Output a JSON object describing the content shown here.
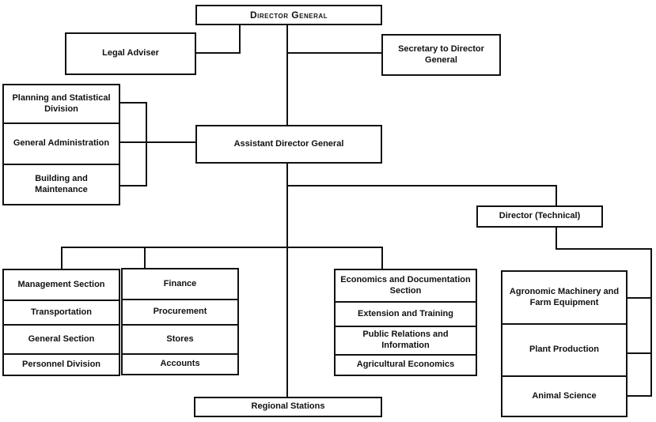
{
  "org_chart": {
    "director_general": {
      "label": "Director General"
    },
    "legal_adviser": {
      "label": "Legal Adviser"
    },
    "secretary": {
      "label": "Secretary to Director General"
    },
    "assistant_director_general": {
      "label": "Assistant Director General"
    },
    "director_technical": {
      "label": "Director (Technical)"
    },
    "regional_stations": {
      "label": "Regional Stations"
    },
    "admin_stack": {
      "rows": [
        "Planning and Statistical Division",
        "General Administration",
        "Building and Maintenance"
      ]
    },
    "management_stack": {
      "rows": [
        "Management Section",
        "Transportation",
        "General Section",
        "Personnel Division"
      ]
    },
    "finance_stack": {
      "rows": [
        "Finance",
        "Procurement",
        "Stores",
        "Accounts"
      ]
    },
    "economics_stack": {
      "rows": [
        "Economics and Documentation Section",
        "Extension and Training",
        "Public Relations and Information",
        "Agricultural Economics"
      ]
    },
    "technical_stack": {
      "rows": [
        "Agronomic Machinery and Farm Equipment",
        "Plant Production",
        "Animal Science"
      ]
    }
  },
  "colors": {
    "line": "#111111",
    "background": "#ffffff",
    "text": "#111111"
  }
}
